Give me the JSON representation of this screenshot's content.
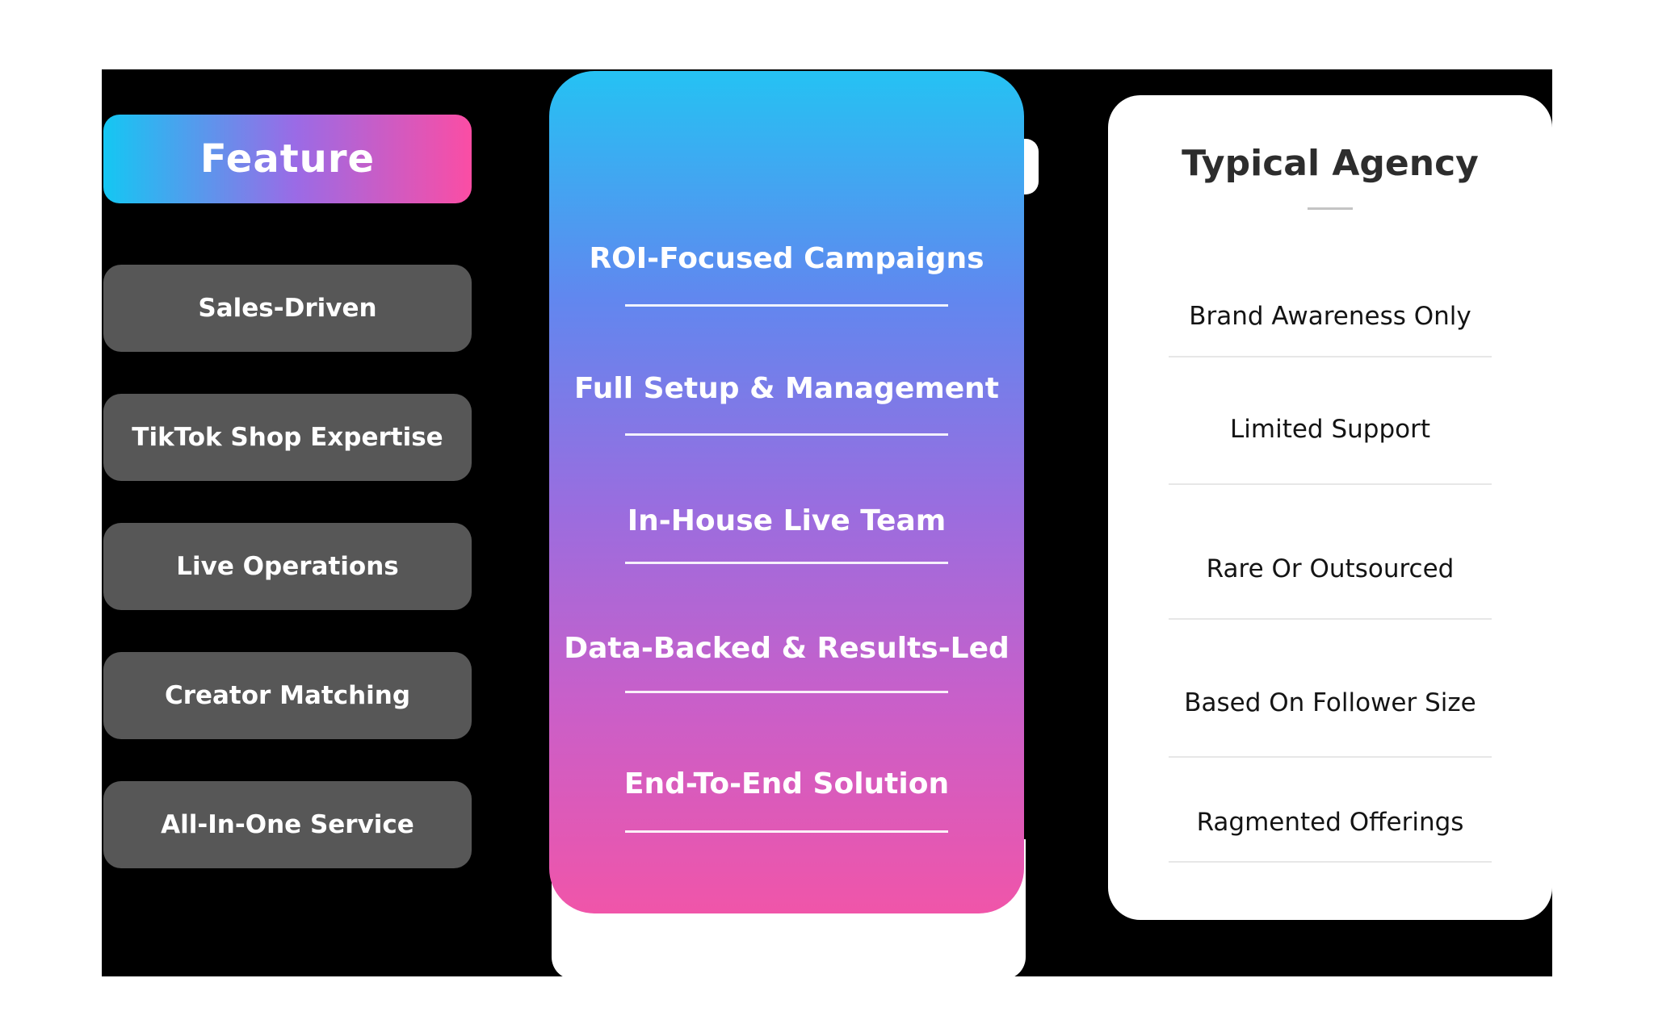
{
  "feature_column": {
    "header": {
      "label": "Feature"
    },
    "items": [
      "Sales-Driven",
      "TikTok Shop Expertise",
      "Live Operations",
      "Creator Matching",
      "All-In-One Service"
    ]
  },
  "highlight_column": {
    "items": [
      "ROI-Focused Campaigns",
      "Full Setup & Management",
      "In-House Live Team",
      "Data-Backed & Results-Led",
      "End-To-End Solution"
    ]
  },
  "agency_column": {
    "title": "Typical Agency",
    "items": [
      "Brand Awareness Only",
      "Limited Support",
      "Rare Or Outsourced",
      "Based On Follower Size",
      "Ragmented Offerings"
    ]
  },
  "colors": {
    "page_bg": "#ffffff",
    "board": "#000000",
    "chip_gray": "#575757",
    "grad_cyan": "#14C7F3",
    "grad_purple": "#9A6BE6",
    "grad_pink": "#FB4DA4",
    "panel_top": "#25C2F3",
    "panel_mid_blue": "#6187EF",
    "panel_mid_purple": "#9A6DDF",
    "panel_mid_magenta": "#C95FC9",
    "panel_bottom": "#F055A9",
    "underline": "rgba(255,255,255,0.9)",
    "title_text": "#2d2d2d",
    "agency_text": "#141414",
    "divider": "#c4c4c4",
    "separator": "#e7e7e7"
  }
}
